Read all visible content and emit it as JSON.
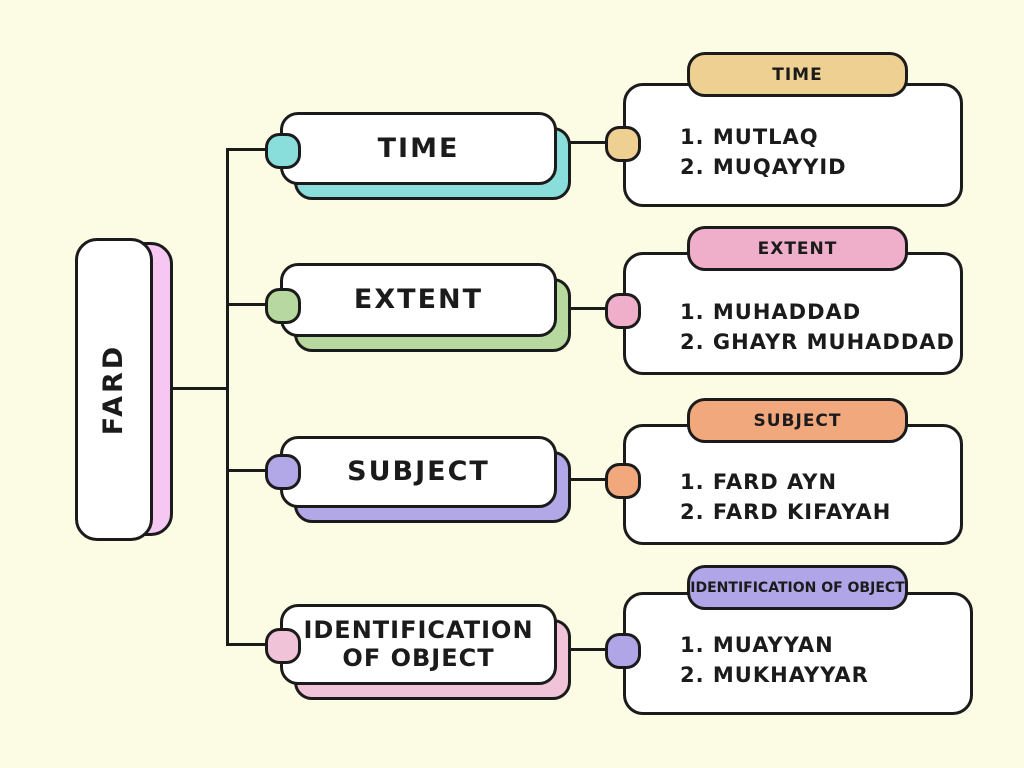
{
  "palette": {
    "background": "#FCFCE4",
    "outline": "#1B1B1B",
    "teal": "#89DDDB",
    "tan": "#EDD092",
    "green": "#B7D89F",
    "pink": "#EFAECA",
    "purple": "#B2A7E7",
    "orange": "#F1A87C",
    "light_pink": "#F1C3D8",
    "detail_purple": "#AFA5E7",
    "magenta_pink": "#F7C7F3"
  },
  "root": {
    "label": "FARD"
  },
  "branches": [
    {
      "label": "TIME",
      "node_color": "teal",
      "link_color": "tan",
      "detail": {
        "header": "TIME",
        "items": [
          "1. MUTLAQ",
          "2. MUQAYYID"
        ]
      }
    },
    {
      "label": "EXTENT",
      "node_color": "green",
      "link_color": "pink",
      "detail": {
        "header": "EXTENT",
        "items": [
          "1. MUHADDAD",
          "2. GHAYR MUHADDAD"
        ]
      }
    },
    {
      "label": "SUBJECT",
      "node_color": "purple",
      "link_color": "orange",
      "detail": {
        "header": "SUBJECT",
        "items": [
          "1. FARD AYN",
          "2. FARD KIFAYAH"
        ]
      }
    },
    {
      "label": "IDENTIFICATION OF OBJECT",
      "node_color": "light_pink",
      "link_color": "detail_purple",
      "detail": {
        "header": "IDENTIFICATION OF OBJECT",
        "items": [
          "1. MUAYYAN",
          "2. MUKHAYYAR"
        ]
      }
    }
  ]
}
